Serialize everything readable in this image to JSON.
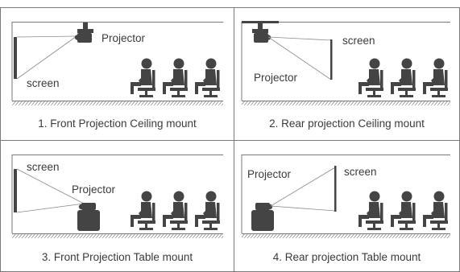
{
  "panels": [
    {
      "caption": "1. Front Projection Ceiling mount",
      "projector_label": "Projector",
      "screen_label": "screen"
    },
    {
      "caption": "2. Rear projection Ceiling mount",
      "projector_label": "Projector",
      "screen_label": "screen"
    },
    {
      "caption": "3. Front Projection Table mount",
      "projector_label": "Projector",
      "screen_label": "screen"
    },
    {
      "caption": "4. Rear projection Table mount",
      "projector_label": "Projector",
      "screen_label": "screen"
    }
  ],
  "colors": {
    "border": "#7a7a7a",
    "ink": "#444444",
    "beam": "#8a8a8a",
    "text": "#3a3a3a"
  }
}
